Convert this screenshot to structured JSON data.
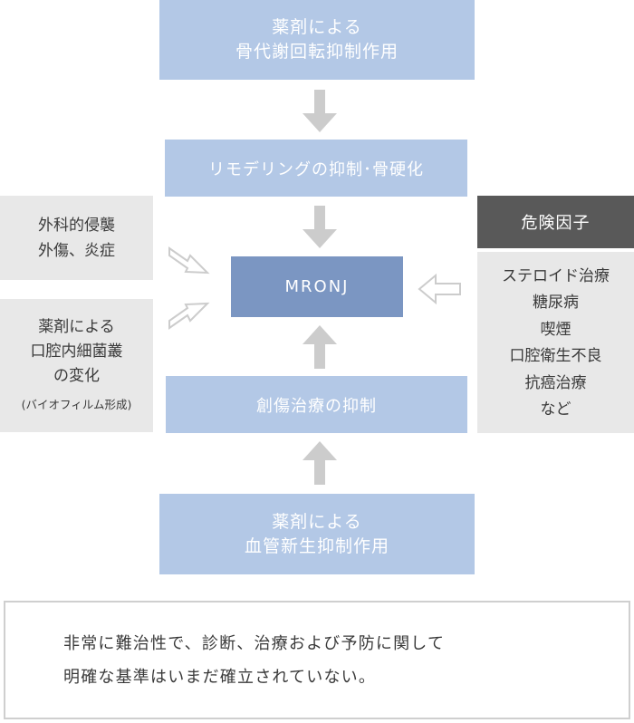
{
  "top_box": {
    "line1": "薬剤による",
    "line2": "骨代謝回転抑制作用"
  },
  "remodeling_box": {
    "label": "リモデリングの抑制･骨硬化"
  },
  "center_box": {
    "label": "MRONJ"
  },
  "healing_box": {
    "label": "創傷治療の抑制"
  },
  "bottom_box": {
    "line1": "薬剤による",
    "line2": "血管新生抑制作用"
  },
  "left_top_box": {
    "line1": "外科的侵襲",
    "line2": "外傷、炎症"
  },
  "left_bottom_box": {
    "line1": "薬剤による",
    "line2": "口腔内細菌叢",
    "line3": "の変化",
    "line4": "(バイオフィルム形成)"
  },
  "risk_factors": {
    "header": "危険因子",
    "items": [
      "ステロイド治療",
      "糖尿病",
      "喫煙",
      "口腔衛生不良",
      "抗癌治療",
      "など"
    ]
  },
  "note": {
    "line1": "非常に難治性で、診断、治療および予防に関して",
    "line2": "明確な基準はいまだ確立されていない。"
  },
  "colors": {
    "light_blue": "#b3c8e6",
    "dark_blue": "#7b96c2",
    "grey_box": "#e8e8e8",
    "dark_header": "#595959",
    "arrow_grey": "#cccccc"
  }
}
